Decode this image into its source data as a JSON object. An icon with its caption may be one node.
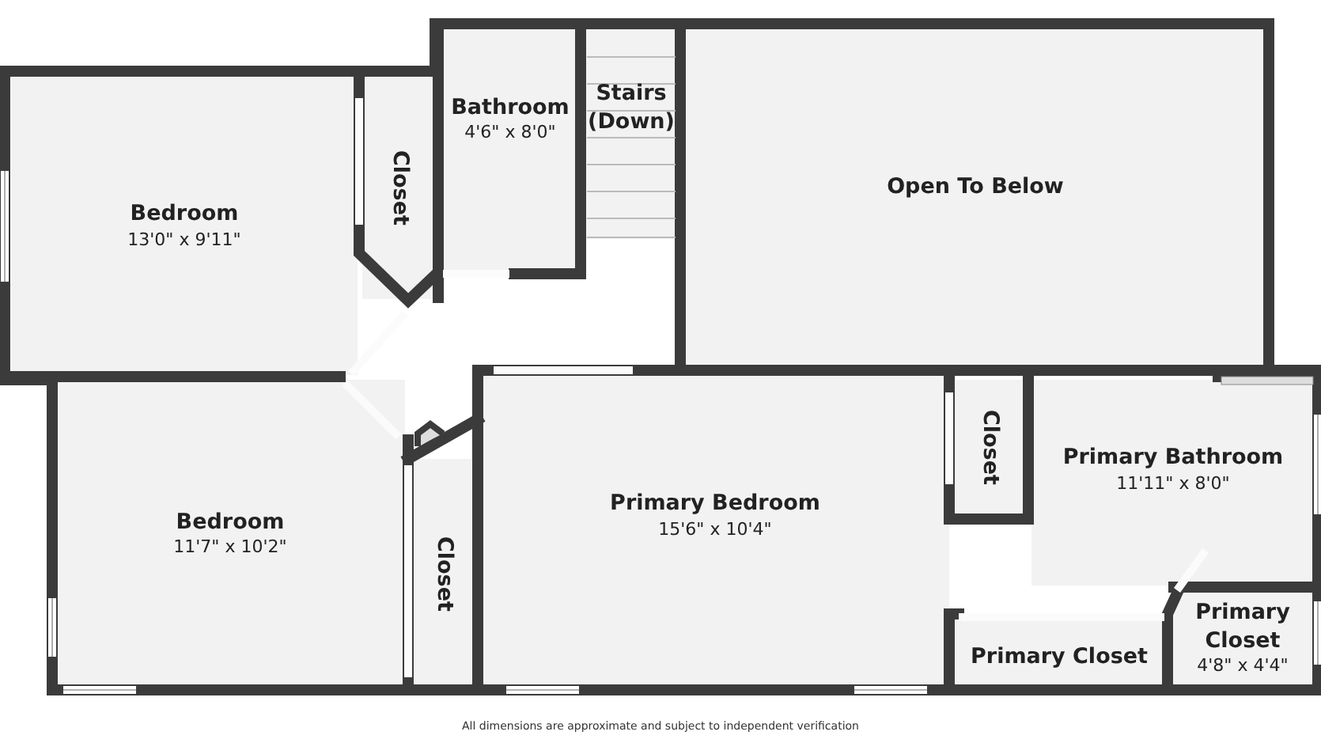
{
  "diagram": {
    "caption": "All dimensions are approximate and subject to independent verification",
    "nodes": [
      {
        "text": [
          "Bedroom",
          "13'0\" x 9'11\""
        ]
      },
      {
        "text": [
          "Closet"
        ]
      },
      {
        "text": [
          "Bathroom",
          "4'6\" x 8'0\""
        ]
      },
      {
        "text": [
          "Stairs (Down)"
        ]
      },
      {
        "text": [
          "Open To Below"
        ]
      },
      {
        "text": [
          "Bedroom",
          "11'7\" x 10'2\""
        ]
      },
      {
        "text": [
          "Closet"
        ]
      },
      {
        "text": [
          "Primary Bedroom",
          "15'6\" x 10'4\""
        ]
      },
      {
        "text": [
          "Closet"
        ]
      },
      {
        "text": [
          "Primary Bathroom",
          "11'11\" x 8'0\""
        ]
      },
      {
        "text": [
          "Primary Closet"
        ]
      },
      {
        "text": [
          "Primary Closet",
          "4'8\" x 4'4\""
        ]
      }
    ]
  }
}
